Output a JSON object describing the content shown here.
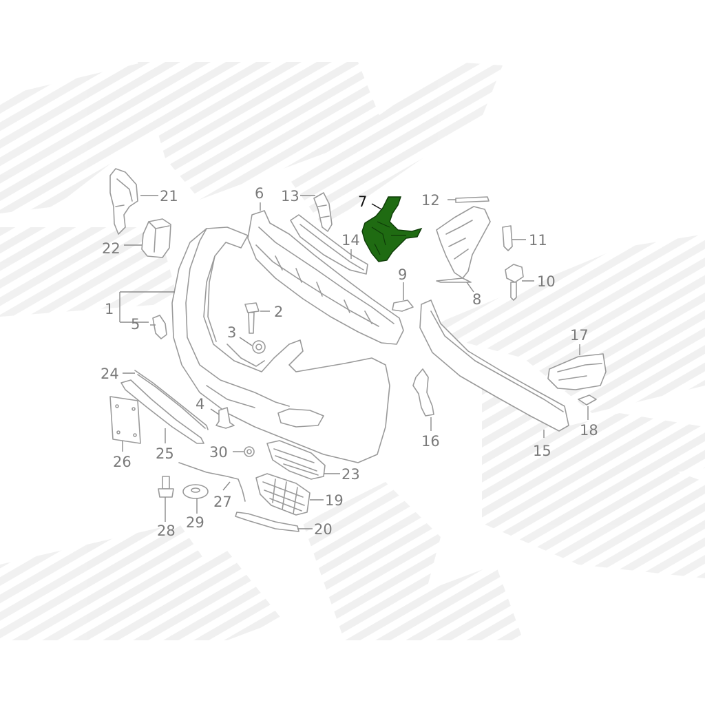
{
  "diagram": {
    "highlight_color": "#1f6b12",
    "part_stroke_color": "#9a9a9a",
    "callouts": [
      {
        "id": "c1",
        "label": "1"
      },
      {
        "id": "c2",
        "label": "2"
      },
      {
        "id": "c3",
        "label": "3"
      },
      {
        "id": "c4",
        "label": "4"
      },
      {
        "id": "c5",
        "label": "5"
      },
      {
        "id": "c6",
        "label": "6"
      },
      {
        "id": "c7",
        "label": "7",
        "highlighted": true
      },
      {
        "id": "c8",
        "label": "8"
      },
      {
        "id": "c9",
        "label": "9"
      },
      {
        "id": "c10",
        "label": "10"
      },
      {
        "id": "c11",
        "label": "11"
      },
      {
        "id": "c12",
        "label": "12"
      },
      {
        "id": "c13",
        "label": "13"
      },
      {
        "id": "c14",
        "label": "14"
      },
      {
        "id": "c15",
        "label": "15"
      },
      {
        "id": "c16",
        "label": "16"
      },
      {
        "id": "c17",
        "label": "17"
      },
      {
        "id": "c18",
        "label": "18"
      },
      {
        "id": "c19",
        "label": "19"
      },
      {
        "id": "c20",
        "label": "20"
      },
      {
        "id": "c21",
        "label": "21"
      },
      {
        "id": "c22",
        "label": "22"
      },
      {
        "id": "c23",
        "label": "23"
      },
      {
        "id": "c24",
        "label": "24"
      },
      {
        "id": "c25",
        "label": "25"
      },
      {
        "id": "c26",
        "label": "26"
      },
      {
        "id": "c27",
        "label": "27"
      },
      {
        "id": "c28",
        "label": "28"
      },
      {
        "id": "c29",
        "label": "29"
      },
      {
        "id": "c30",
        "label": "30"
      }
    ]
  }
}
